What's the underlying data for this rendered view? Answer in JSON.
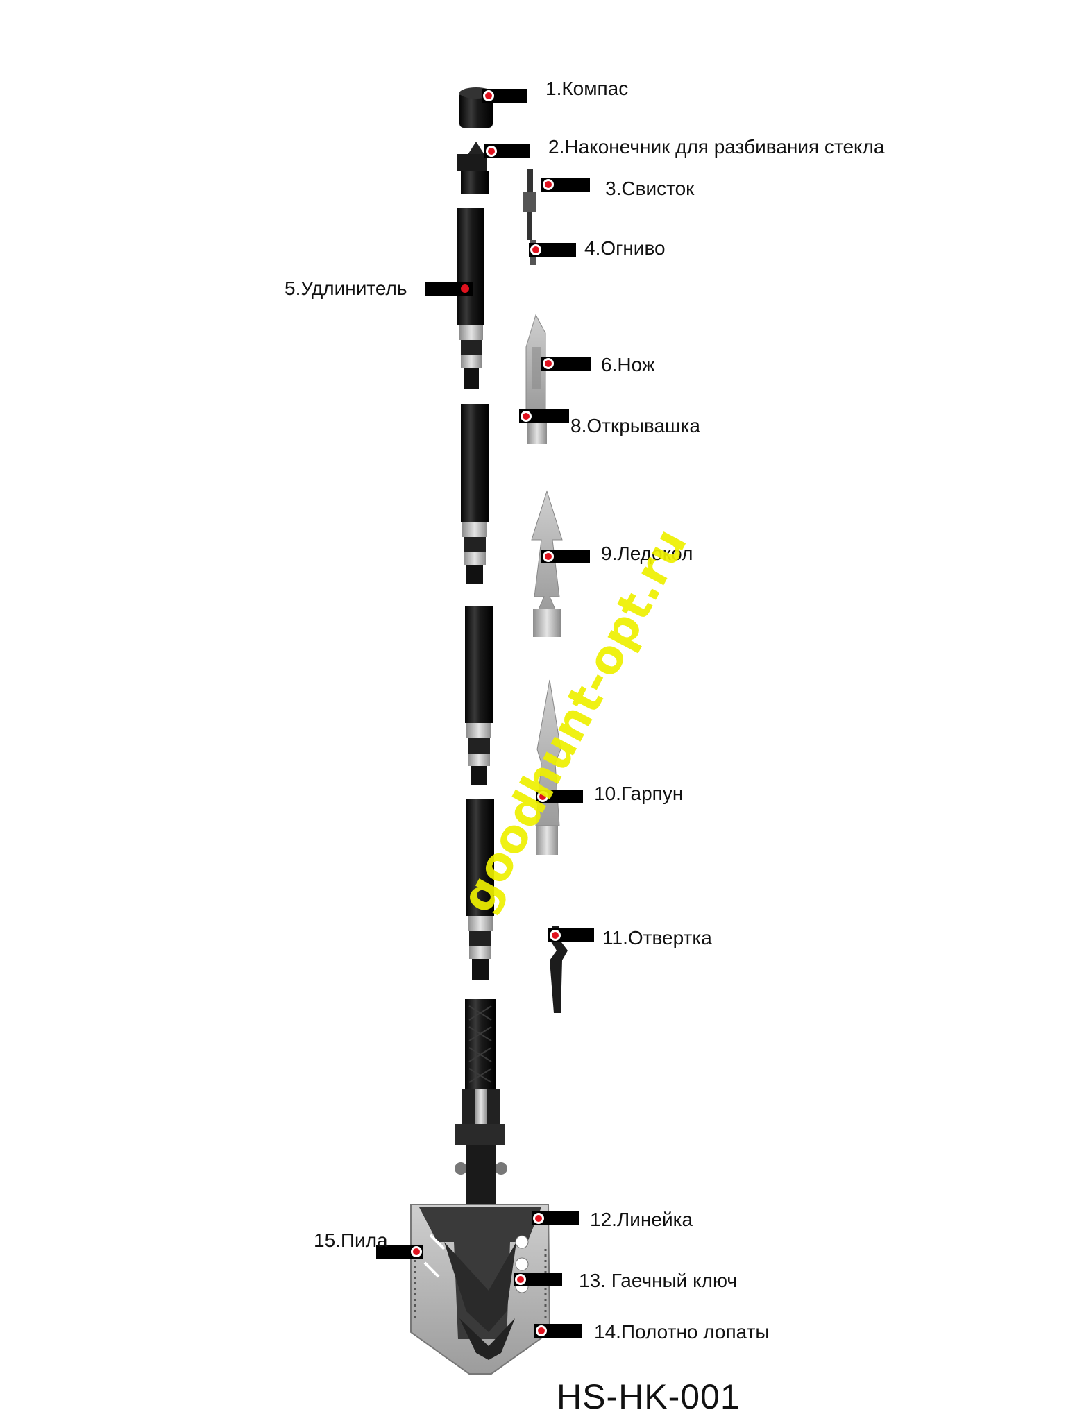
{
  "model": "HS-HK-001",
  "watermark": "goodhunt-opt.ru",
  "colors": {
    "tube": "#1c1c1c",
    "metal": "#a9a9a9",
    "pointer": "#000000",
    "dot": "#e0121e",
    "watermark": "#eef000"
  },
  "parts": [
    {
      "id": "compass",
      "label": "1.Компас"
    },
    {
      "id": "glass-breaker",
      "label": "2.Наконечник для разбивания стекла"
    },
    {
      "id": "whistle",
      "label": "3.Свисток"
    },
    {
      "id": "fire-starter",
      "label": "4.Огниво"
    },
    {
      "id": "extension",
      "label": "5.Удлинитель"
    },
    {
      "id": "knife",
      "label": "6.Нож"
    },
    {
      "id": "bottle-opener",
      "label": "8.Открывашка"
    },
    {
      "id": "ice-pick",
      "label": "9.Ледокол"
    },
    {
      "id": "harpoon",
      "label": "10.Гарпун"
    },
    {
      "id": "screwdriver",
      "label": "11.Отвертка"
    },
    {
      "id": "ruler",
      "label": "12.Линейка"
    },
    {
      "id": "wrench",
      "label": "13. Гаечный ключ"
    },
    {
      "id": "shovel-blade",
      "label": "14.Полотно лопаты"
    },
    {
      "id": "saw",
      "label": "15.Пила"
    }
  ]
}
